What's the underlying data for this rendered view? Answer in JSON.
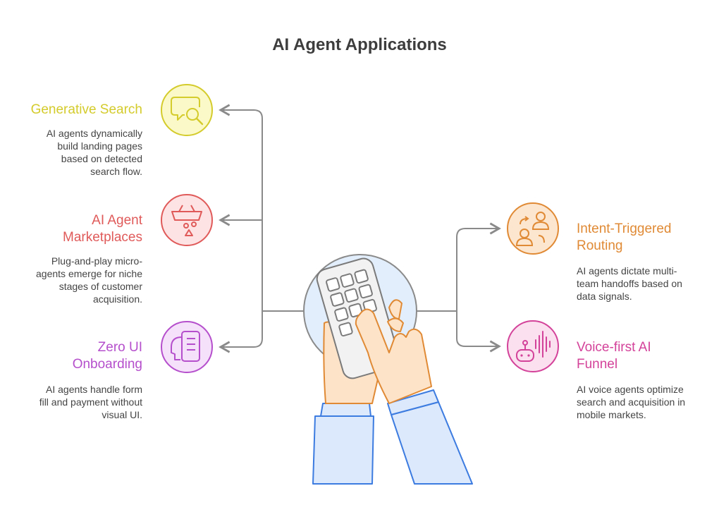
{
  "title": "AI Agent Applications",
  "colors": {
    "connector": "#8a8a8a",
    "generative_search": "#d4cb2c",
    "marketplaces": "#e05a5a",
    "zero_ui": "#b54fcc",
    "intent_routing": "#e08a35",
    "voice_funnel": "#d4439a",
    "hand_skin": "#fde3c8",
    "hand_outline": "#e08a35",
    "sleeve": "#dce8fb",
    "sleeve_outline": "#3c7be0"
  },
  "items": [
    {
      "heading_line1": "Generative Search",
      "heading_line2": "",
      "desc_line1": "AI agents dynamically",
      "desc_line2": "build landing pages",
      "desc_line3": "based on detected",
      "desc_line4": "search flow.",
      "icon": "search-chat-icon"
    },
    {
      "heading_line1": "AI Agent",
      "heading_line2": "Marketplaces",
      "desc_line1": "Plug-and-play micro-",
      "desc_line2": "agents emerge for niche",
      "desc_line3": "stages of customer",
      "desc_line4": "acquisition.",
      "icon": "market-basket-icon"
    },
    {
      "heading_line1": "Zero UI",
      "heading_line2": "Onboarding",
      "desc_line1": "AI agents handle form",
      "desc_line2": "fill and payment without",
      "desc_line3": "visual UI.",
      "icon": "head-form-icon"
    },
    {
      "heading_line1": "Intent-Triggered",
      "heading_line2": "Routing",
      "desc_line1": "AI agents dictate multi-",
      "desc_line2": "team handoffs based on",
      "desc_line3": "data signals.",
      "icon": "routing-people-icon"
    },
    {
      "heading_line1": "Voice-first AI",
      "heading_line2": "Funnel",
      "desc_line1": "AI voice agents optimize",
      "desc_line2": "search and acquisition in",
      "desc_line3": "mobile markets.",
      "icon": "voice-robot-icon"
    }
  ]
}
